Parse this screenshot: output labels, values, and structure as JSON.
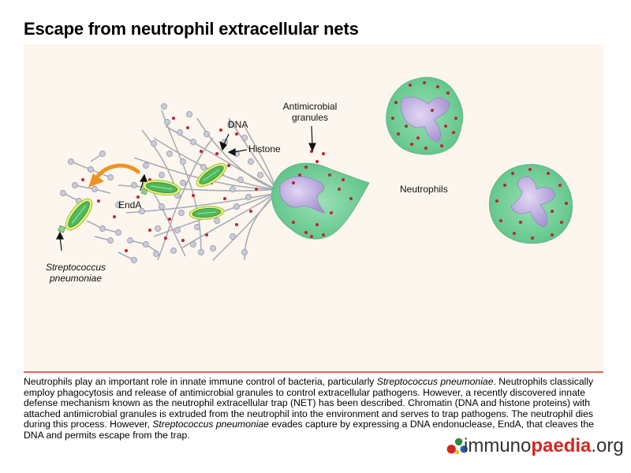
{
  "title": "Escape from neutrophil extracellular nets",
  "labels": {
    "dna": "DNA",
    "histone": "Histone",
    "antimicrobial_line1": "Antimicrobial",
    "antimicrobial_line2": "granules",
    "neutrophils": "Neutrophils",
    "enda": "EndA",
    "strep_line1": "Streptococcus",
    "strep_line2": "pneumoniae"
  },
  "caption": {
    "p1": "Neutrophils play an important role in innate immune control of bacteria, particularly ",
    "p1_italic": "Streptococcus pneumoniae",
    "p2": ". Neutrophils classically employ phagocytosis and release of antimicrobial granules to control extracellular pathogens. However, a recently discovered innate defense mechanism known as the neutrophil extracellular trap (NET) has been described. Chromatin (DNA and histone proteins) with attached antimicrobial granules is extruded from the neutrophil into the environment and serves to trap pathogens. The neutrophil dies during this process. However, ",
    "p2_italic": "Streptococcus pneumoniae",
    "p3": " evades capture by expressing a DNA endonuclease, EndA, that cleaves the DNA and permits escape from the trap."
  },
  "logo": {
    "part1": "immuno",
    "part2": "paedia",
    "part3": ".org"
  },
  "colors": {
    "cell_green": "#7fd3a0",
    "nucleus_purple": "#b9a6dc",
    "granule_red": "#c0232f",
    "bacterium_green": "#4fb85c",
    "bacterium_rim": "#e9f27a",
    "arrow_orange": "#f0931e",
    "rule_red": "#d86a5a",
    "panel_bg": "#fdf6ee"
  }
}
